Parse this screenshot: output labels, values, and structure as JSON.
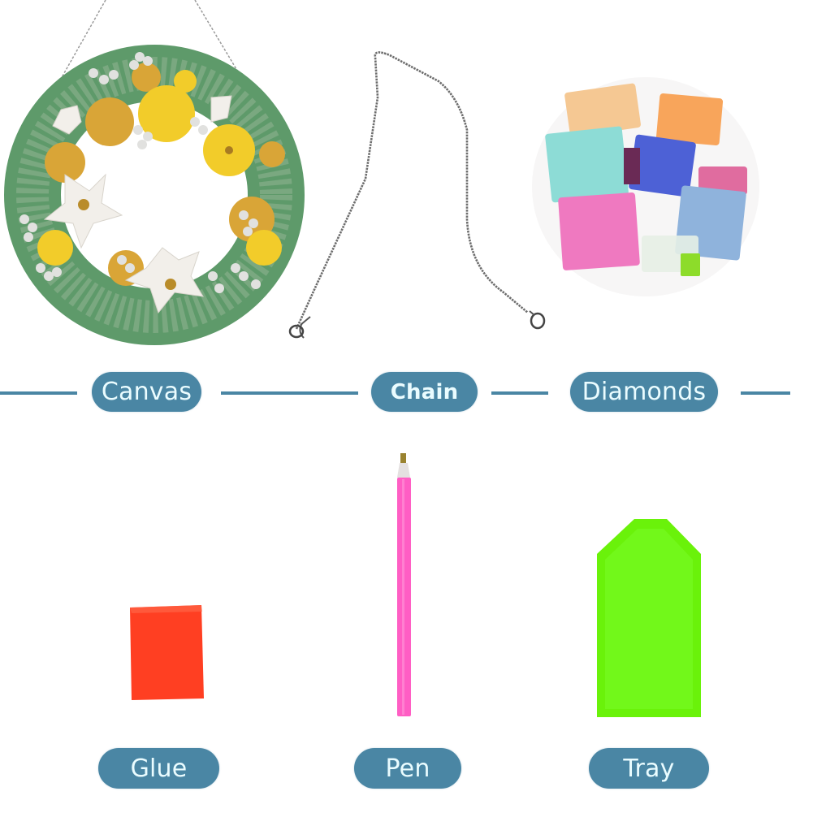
{
  "labels": {
    "canvas": "Canvas",
    "chain": "Chain",
    "diamonds": "Diamonds",
    "glue": "Glue",
    "pen": "Pen",
    "tray": "Tray"
  },
  "colors": {
    "pill_bg": "#4a86a4",
    "pill_text": "#eafcff",
    "glue": "#ff3f22",
    "pen": "#ff5ec4",
    "tray": "#6af20a"
  }
}
